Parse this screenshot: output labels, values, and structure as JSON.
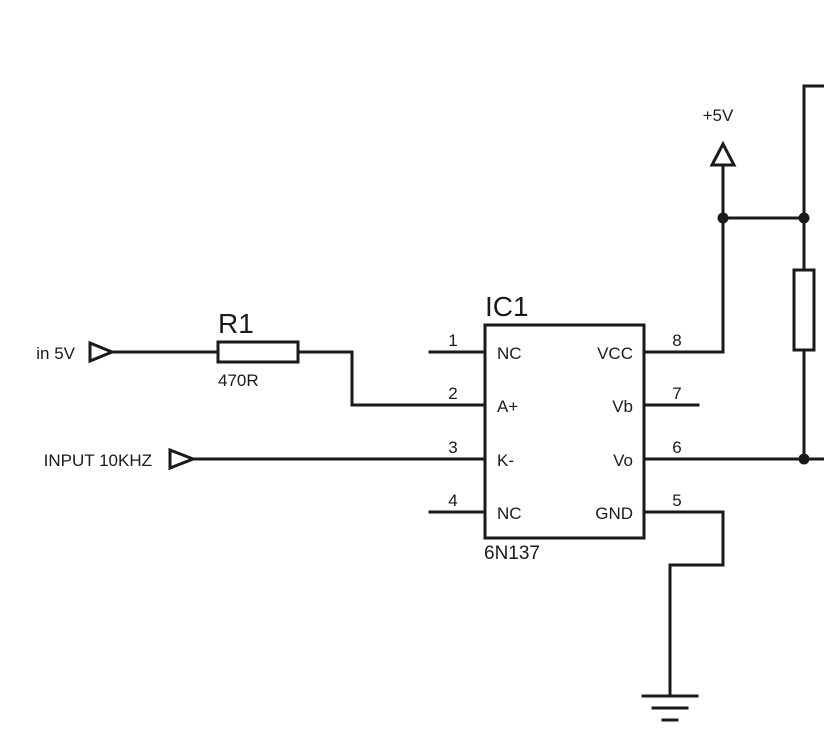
{
  "schematic": {
    "ic": {
      "ref": "IC1",
      "part": "6N137",
      "pins": [
        {
          "num": "1",
          "name": "NC"
        },
        {
          "num": "2",
          "name": "A+"
        },
        {
          "num": "3",
          "name": "K-"
        },
        {
          "num": "4",
          "name": "NC"
        },
        {
          "num": "8",
          "name": "VCC"
        },
        {
          "num": "7",
          "name": "Vb"
        },
        {
          "num": "6",
          "name": "Vo"
        },
        {
          "num": "5",
          "name": "GND"
        }
      ]
    },
    "resistor": {
      "ref": "R1",
      "value": "470R"
    },
    "ports": {
      "in_5v": "in 5V",
      "input_10khz": "INPUT 10KHZ",
      "supply": "+5V"
    },
    "colors": {
      "ink": "#1a1a1a",
      "background": "#ffffff"
    }
  }
}
